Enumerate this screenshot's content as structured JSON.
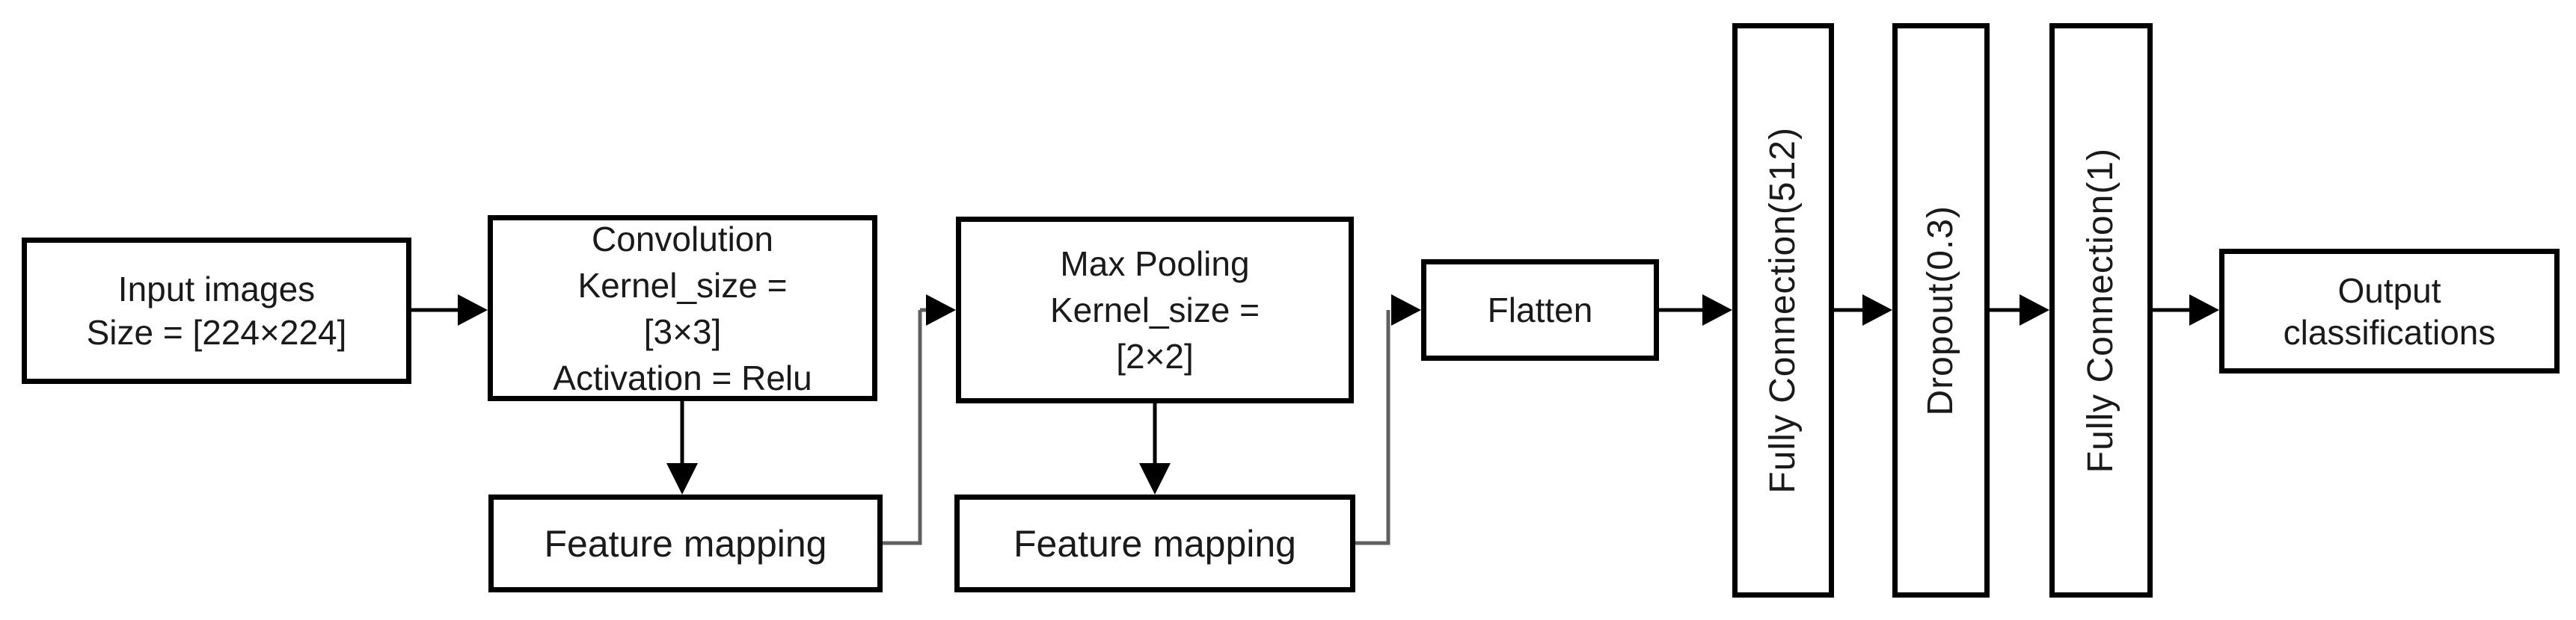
{
  "colors": {
    "background": "#ffffff",
    "box_border": "#000000",
    "text": "#1a1a1a",
    "arrow": "#000000",
    "elbow_connector": "#606060"
  },
  "nodes": {
    "input": {
      "lines": [
        "Input images",
        "Size = [224×224]"
      ]
    },
    "conv": {
      "lines": [
        "Convolution",
        "Kernel_size =",
        "[3×3]",
        "Activation = Relu"
      ]
    },
    "feature_map_1": {
      "lines": [
        "Feature mapping"
      ]
    },
    "maxpool": {
      "lines": [
        "Max Pooling",
        "Kernel_size =",
        "[2×2]"
      ]
    },
    "feature_map_2": {
      "lines": [
        "Feature mapping"
      ]
    },
    "flatten": {
      "lines": [
        "Flatten"
      ]
    },
    "fc512": {
      "label": "Fully Connection(512)"
    },
    "dropout": {
      "label": "Dropout(0.3)"
    },
    "fc1": {
      "label": "Fully Connection(1)"
    },
    "output": {
      "lines": [
        "Output",
        "classifications"
      ]
    }
  }
}
